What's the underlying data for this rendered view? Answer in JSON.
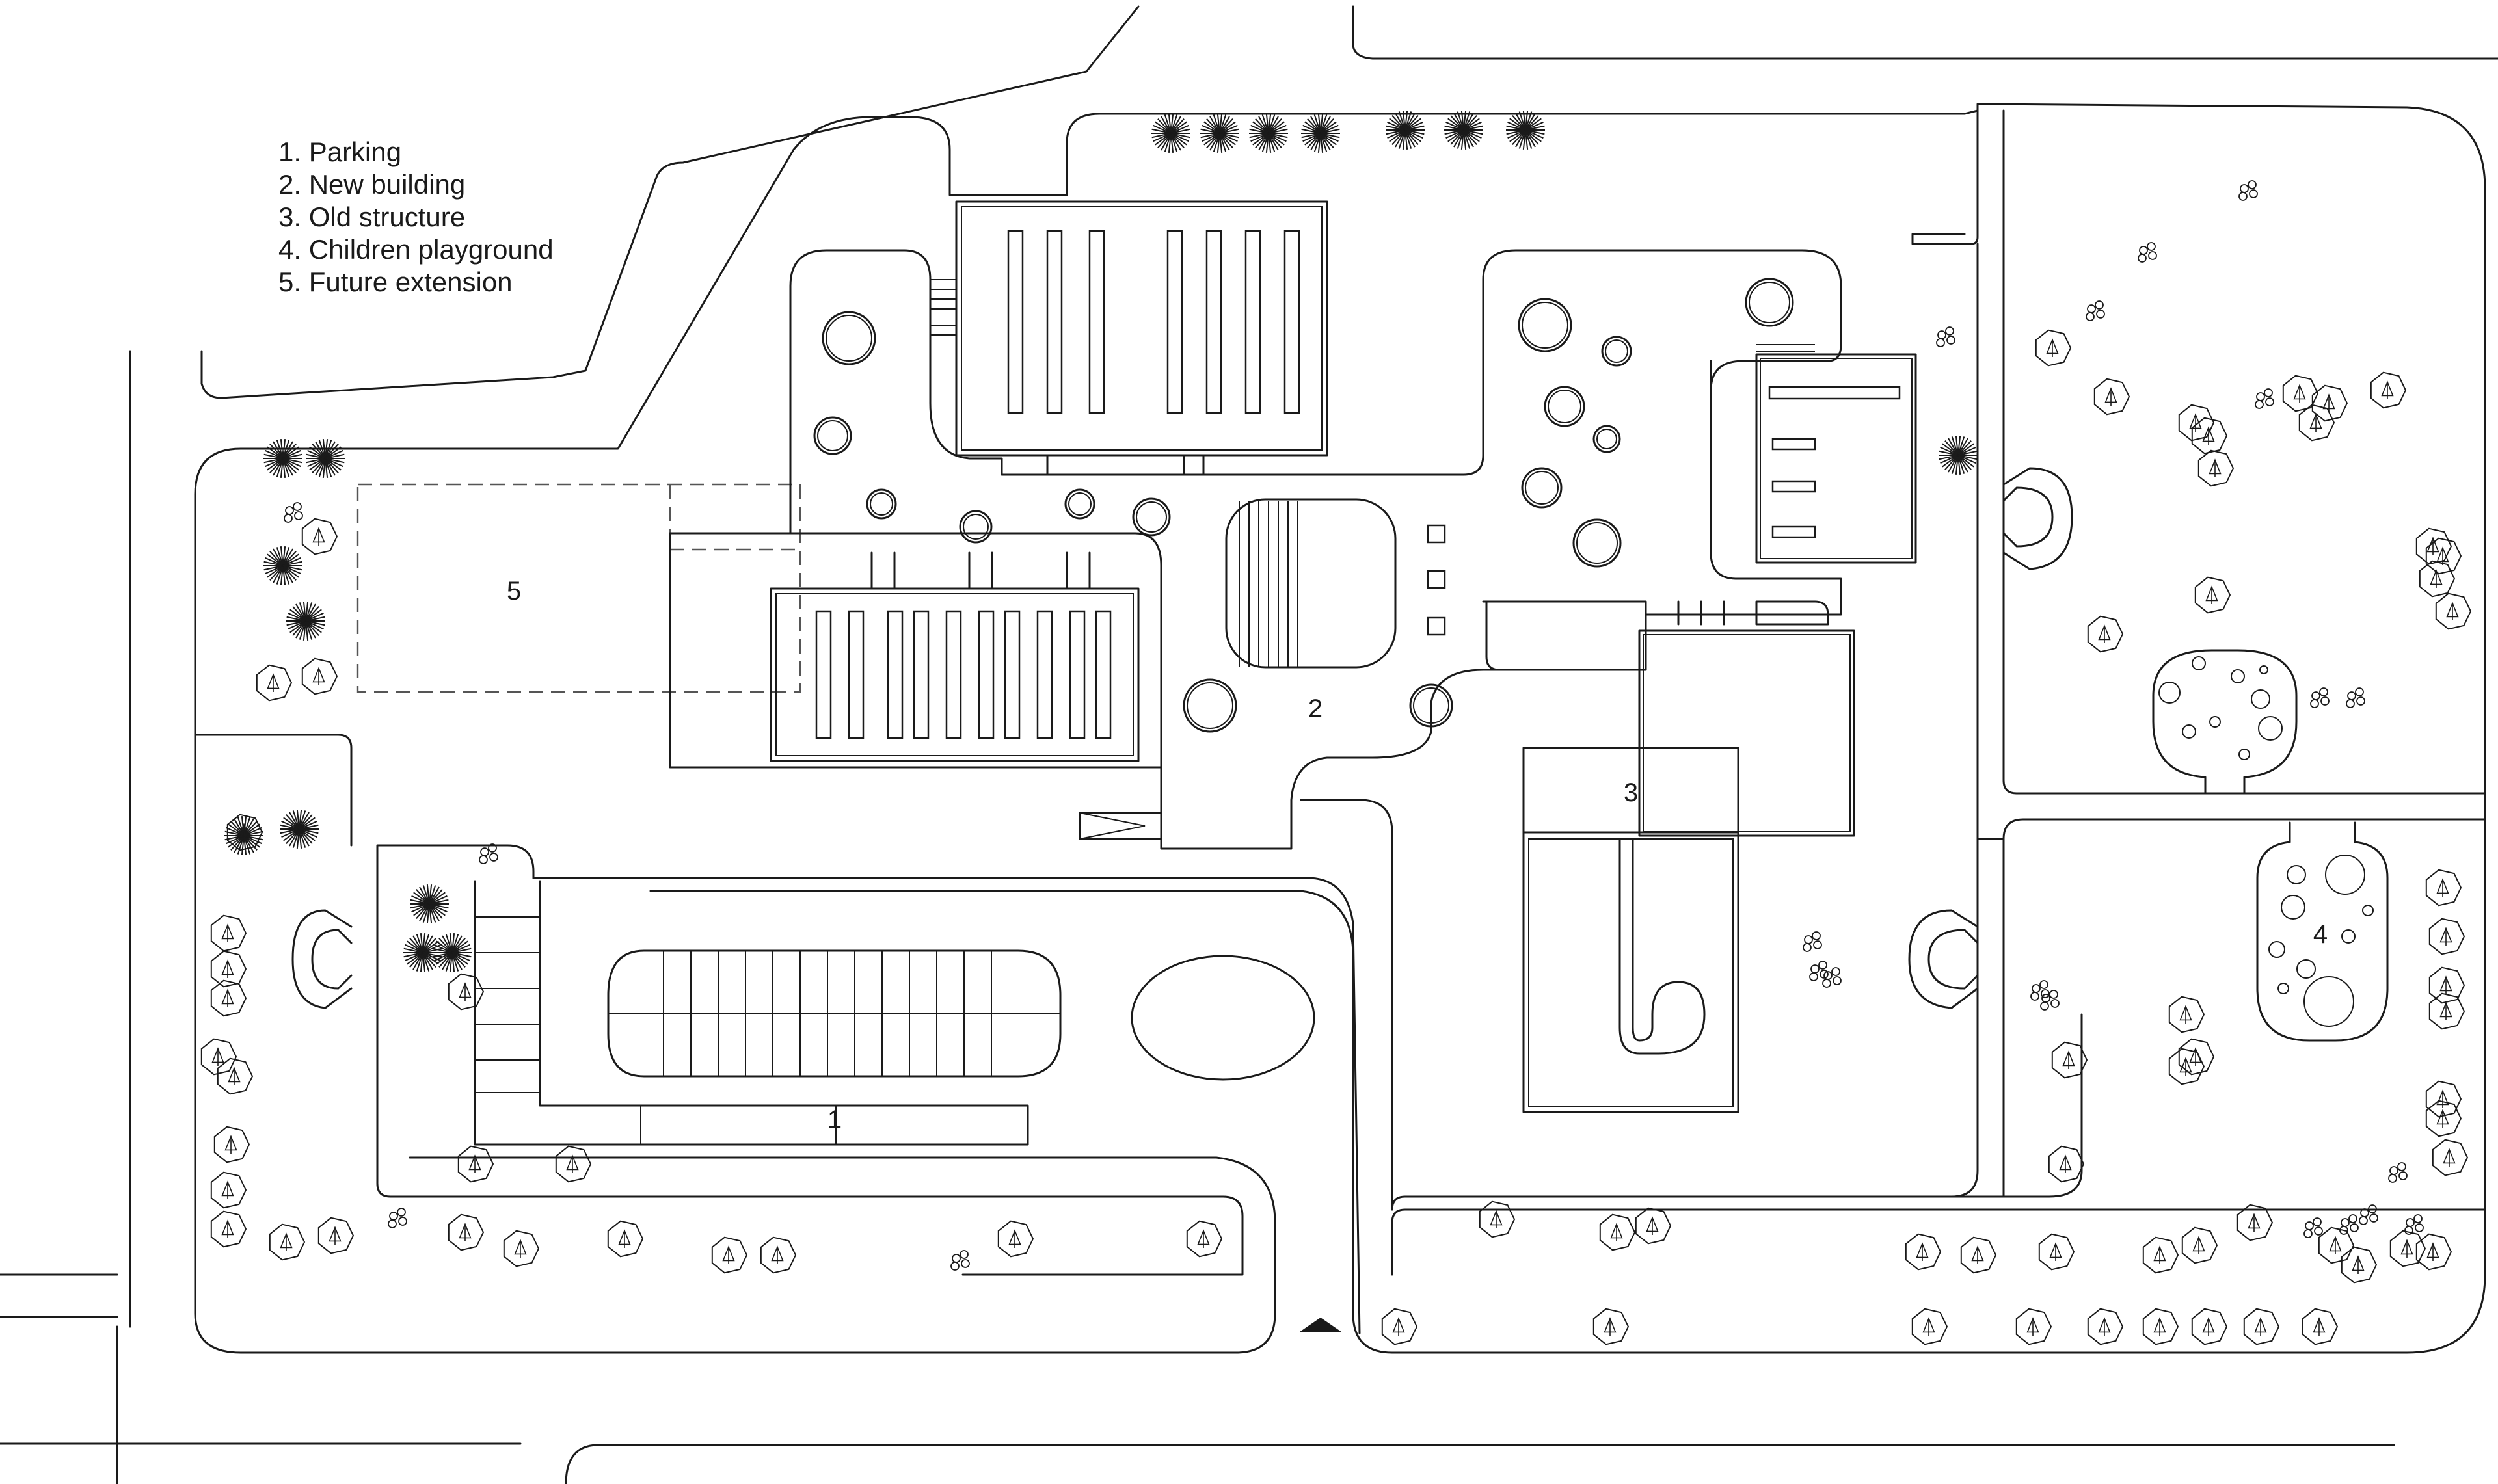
{
  "legend": {
    "items": [
      "1. Parking",
      "2. New building",
      "3. Old structure",
      "4. Children playground",
      "5. Future extension"
    ]
  },
  "zones": {
    "parking": "1",
    "new_building": "2",
    "old_structure": "3",
    "playground": "4",
    "future_extension": "5"
  },
  "icons": {
    "entrance_marker": "triangle-up",
    "tree": "tree-icon",
    "palm": "palm-icon",
    "shrub": "shrub-icon"
  },
  "colors": {
    "line": "#1a1a1a",
    "background": "#ffffff"
  }
}
